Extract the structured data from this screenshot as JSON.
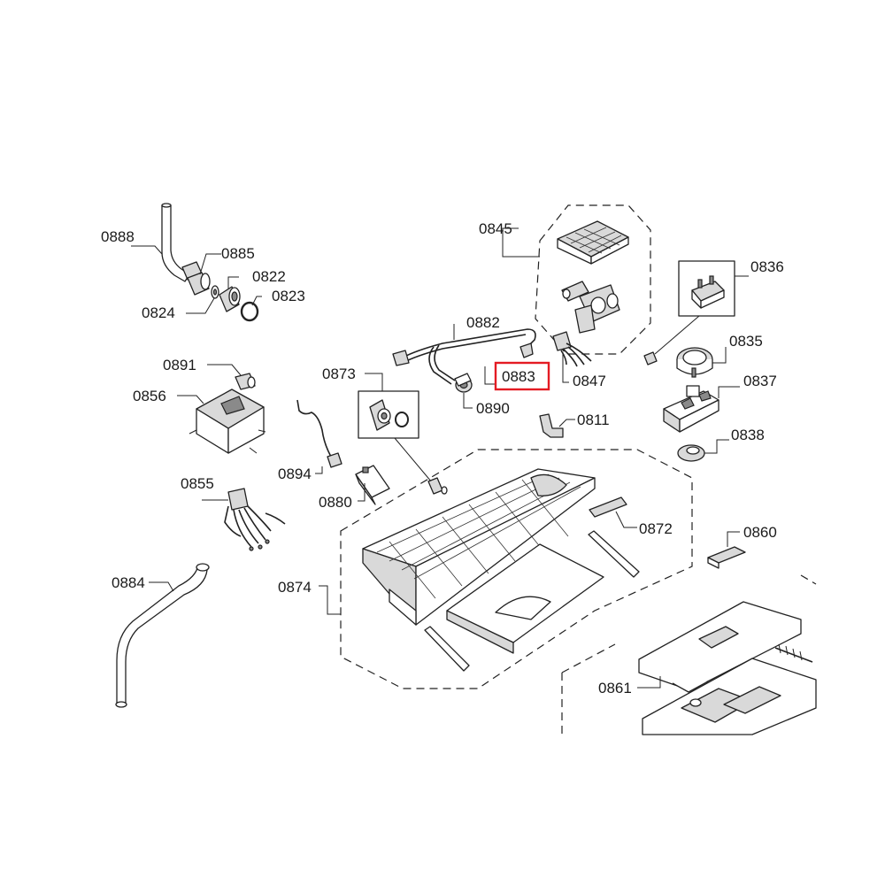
{
  "diagram": {
    "highlighted_part": "0883",
    "highlight_color": "#e41b23",
    "parts": {
      "p0888": "0888",
      "p0885": "0885",
      "p0822": "0822",
      "p0823": "0823",
      "p0824": "0824",
      "p0845": "0845",
      "p0836": "0836",
      "p0882": "0882",
      "p0835": "0835",
      "p0891": "0891",
      "p0873": "0873",
      "p0883": "0883",
      "p0847": "0847",
      "p0837": "0837",
      "p0856": "0856",
      "p0890": "0890",
      "p0811": "0811",
      "p0838": "0838",
      "p0894": "0894",
      "p0855": "0855",
      "p0880": "0880",
      "p0872": "0872",
      "p0860": "0860",
      "p0884": "0884",
      "p0874": "0874",
      "p0861": "0861"
    }
  }
}
